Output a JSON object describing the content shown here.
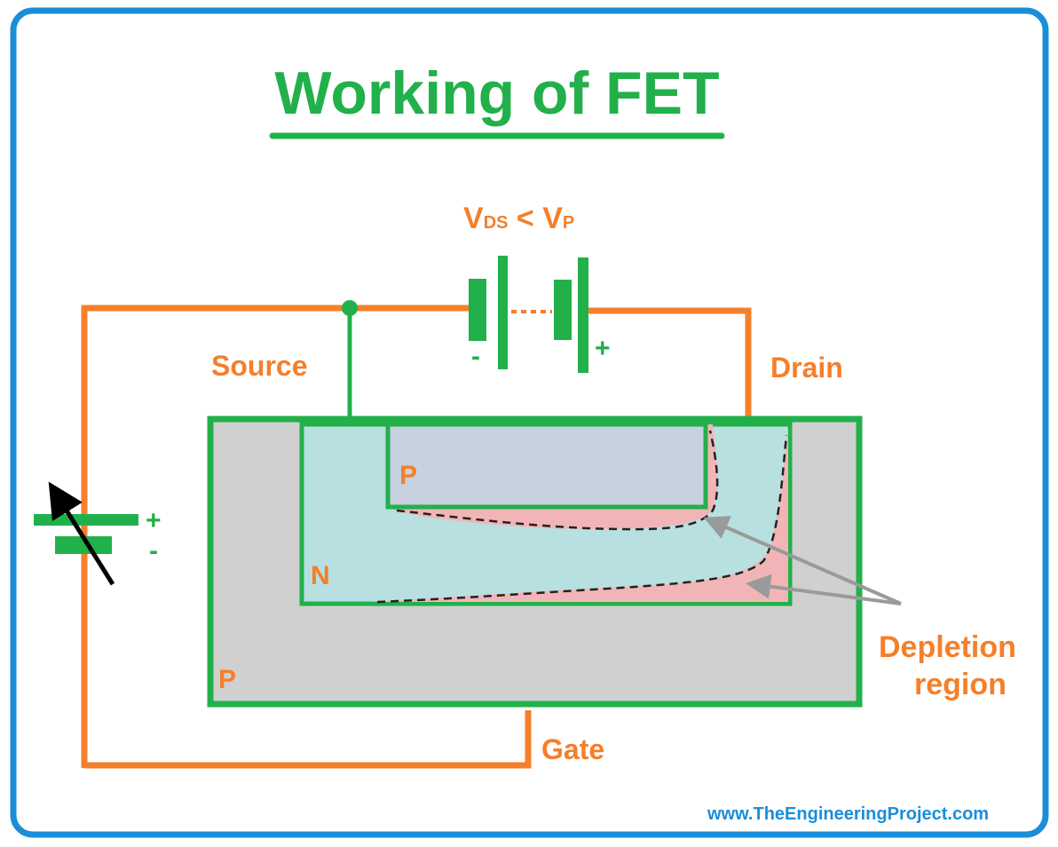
{
  "title": "Working of FET",
  "voltage_label": {
    "v1": "V",
    "sub1": "DS",
    "op": " < ",
    "v2": "V",
    "sub2": "P"
  },
  "labels": {
    "source": "Source",
    "drain": "Drain",
    "gate": "Gate",
    "p_top": "P",
    "n_channel": "N",
    "p_substrate": "P",
    "depletion_line1": "Depletion",
    "depletion_line2": "region"
  },
  "battery_top": {
    "minus": "-",
    "plus": "+"
  },
  "battery_left": {
    "plus": "+",
    "minus": "-"
  },
  "website": "www.TheEngineeringProject.com",
  "colors": {
    "frame": "#1B8ED8",
    "wire": "#F57F2A",
    "outline": "#22B04B",
    "substrate": "#D0D0D0",
    "channel": "#B8E0E0",
    "gate_p": "#C7D1E0",
    "depletion": "#F2B5B7",
    "pointer_arrow": "#9A9A9A"
  }
}
